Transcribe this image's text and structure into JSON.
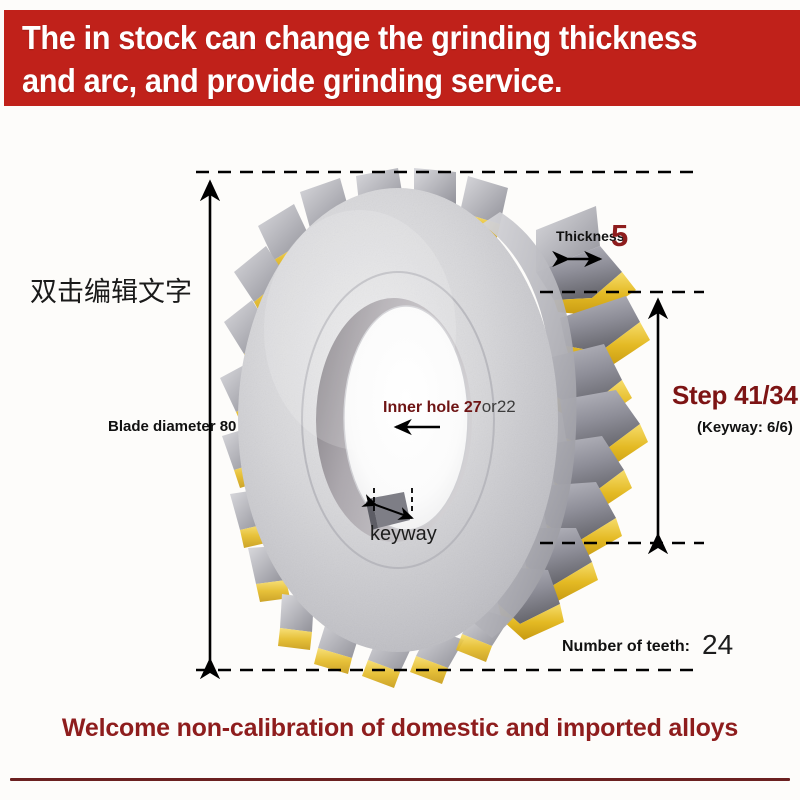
{
  "banner": {
    "line1": "The in stock can change the grinding thickness",
    "line2": "and arc, and provide grinding service.",
    "bg_color": "#c0211a",
    "text_color": "#ffffff"
  },
  "footer": {
    "text": "Welcome non-calibration of domestic and imported alloys",
    "color": "#8e1d1d",
    "rule_color": "#6b2020"
  },
  "labels": {
    "edit_hint_cn": "双击编辑文字",
    "blade_diameter": "Blade diameter 80",
    "thickness_label": "Thickness",
    "thickness_value": "5",
    "step_label": "Step 41/34",
    "keyway_spec": "(Keyway: 6/6)",
    "inner_hole_main": "Inner hole 27",
    "inner_hole_alt": "or22",
    "keyway": "keyway",
    "teeth_label": "Number of teeth:",
    "teeth_value": "24"
  },
  "product": {
    "name": "tct-circular-saw-blade",
    "body_color": "#c9c9cc",
    "tip_color": "#8d8d96",
    "braze_color": "#e8bf2e",
    "teeth_count": 24,
    "diameter_mm": 80,
    "thickness_mm": 5,
    "bore_mm": "27 or 22",
    "step": "41/34",
    "keyway_spec": "6/6"
  },
  "dimension_lines": {
    "left_vertical": "blade-diameter-dimension",
    "right_vertical": "step-dimension",
    "thickness_horizontal": "thickness-dimension",
    "keyway_horizontal": "keyway-dimension",
    "inner_hole_pointer": "inner-hole-leader"
  }
}
